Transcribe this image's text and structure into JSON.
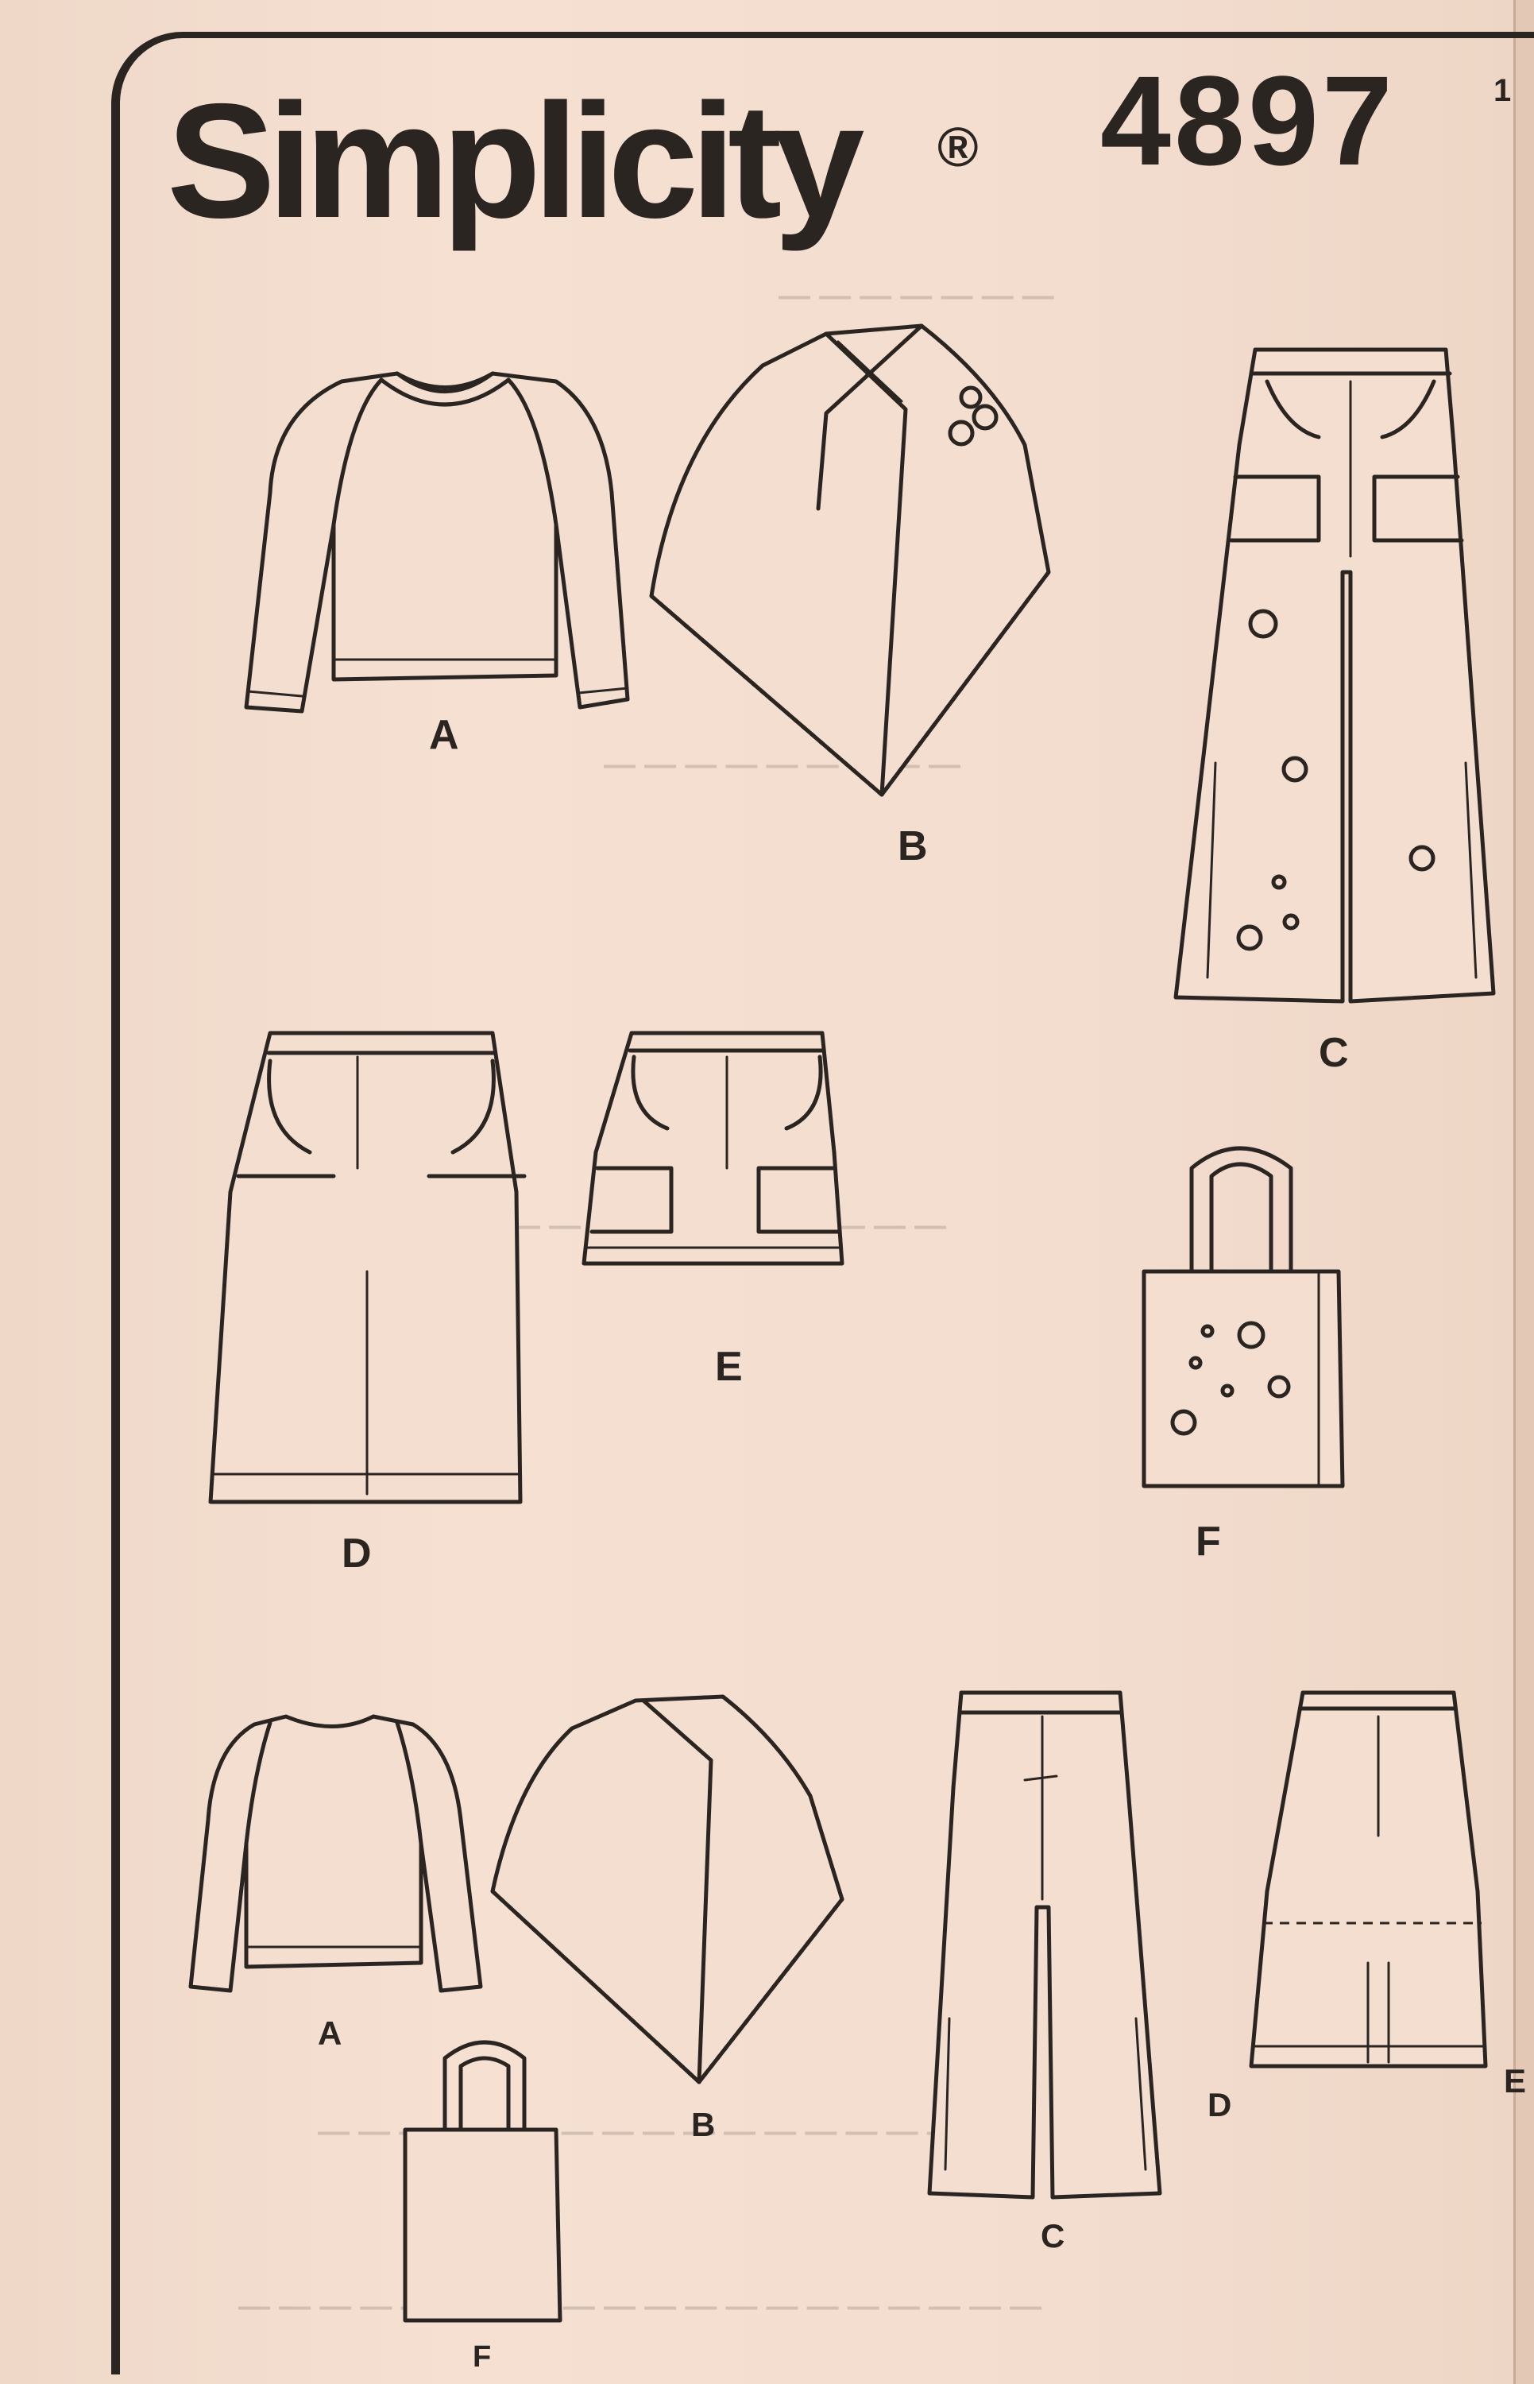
{
  "header": {
    "brand": "Simplicity",
    "registered_mark": "®",
    "pattern_number": "4897",
    "edge_number": "1"
  },
  "colors": {
    "paper": "#f3dccd",
    "ink": "#2b2522"
  },
  "views": {
    "top": {
      "a": "A",
      "b": "B",
      "c": "C",
      "d": "D",
      "e": "E",
      "f": "F"
    },
    "bottom": {
      "a": "A",
      "b": "B",
      "c": "C",
      "d": "D",
      "e": "E",
      "f": "F"
    }
  }
}
